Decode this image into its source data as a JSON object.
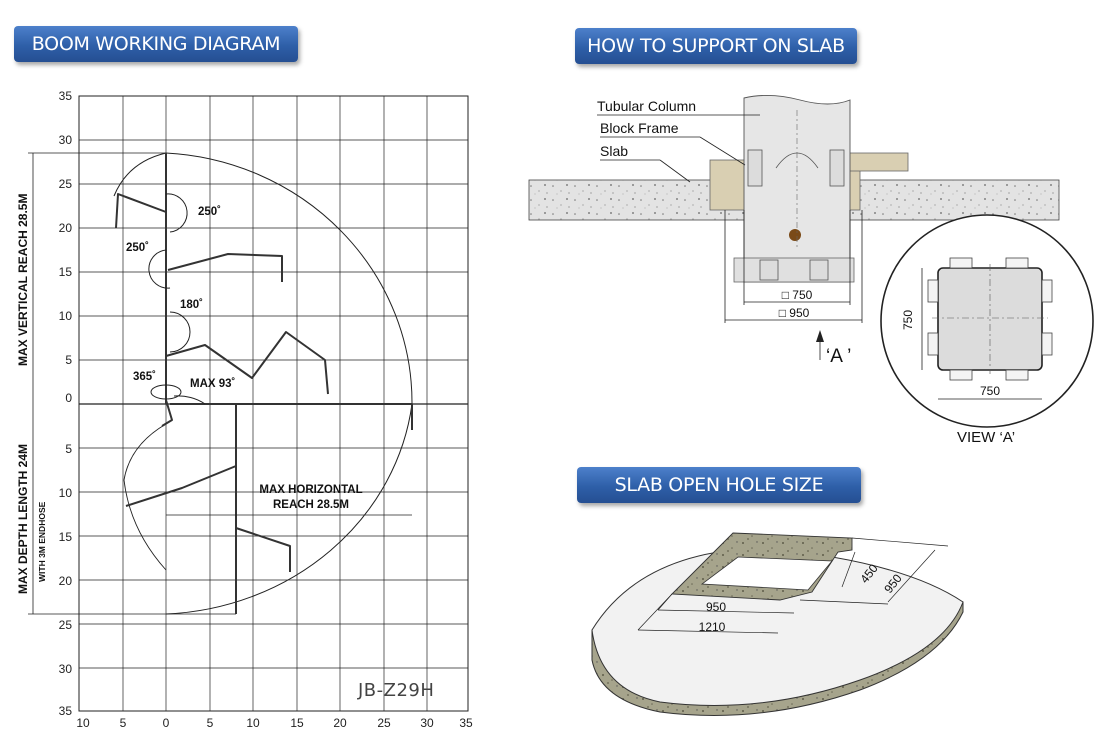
{
  "titles": {
    "boom": "BOOM WORKING DIAGRAM",
    "support": "HOW TO SUPPORT ON SLAB",
    "hole": "SLAB OPEN HOLE SIZE"
  },
  "boom_diagram": {
    "y_ticks_top": [
      "35",
      "30",
      "25",
      "20",
      "15",
      "10",
      "5",
      "0"
    ],
    "y_ticks_bottom": [
      "5",
      "10",
      "15",
      "20",
      "25",
      "30",
      "35"
    ],
    "x_ticks": [
      "10",
      "5",
      "0",
      "5",
      "10",
      "15",
      "20",
      "25",
      "30",
      "35"
    ],
    "max_vertical": "MAX VERTICAL REACH 28.5M",
    "max_depth": "MAX DEPTH LENGTH  24M",
    "endhose": "WITH 3M ENDHOSE",
    "max_horizontal_1": "MAX HORIZONTAL",
    "max_horizontal_2": "REACH 28.5M",
    "angle_250a": "250˚",
    "angle_250b": "250˚",
    "angle_180": "180˚",
    "angle_365": "365˚",
    "angle_max93": "MAX 93˚",
    "model": "JB-Z29H"
  },
  "support": {
    "tubular_column": "Tubular Column",
    "block_frame": "Block Frame",
    "slab": "Slab",
    "dim_750": "□ 750",
    "dim_950": "□ 950",
    "view_marker": "‘A ’",
    "view_dim_v": "750",
    "view_dim_h": "750",
    "view_label": "VIEW ‘A’"
  },
  "hole": {
    "dim_450": "450",
    "dim_950_side": "950",
    "dim_950": "950",
    "dim_1210": "1210"
  },
  "colors": {
    "title_blue": "#2e5fa8",
    "frame_tan": "#d8cdb0",
    "concrete": "#e2e2e2"
  }
}
